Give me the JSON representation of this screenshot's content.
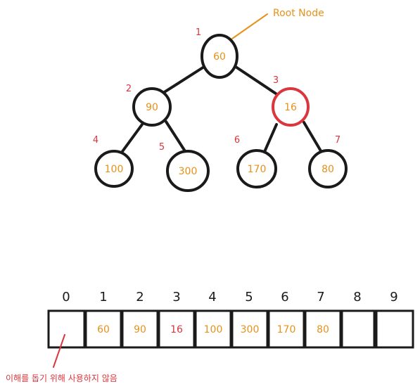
{
  "colors": {
    "ink": "#1a1a1a",
    "value": "#e8911a",
    "label_red": "#d9363e",
    "highlight": "#d9363e",
    "annotation": "#e8911a"
  },
  "tree": {
    "root_annotation": "Root Node",
    "nodes": [
      {
        "index": "1",
        "value": "60",
        "highlighted": false
      },
      {
        "index": "2",
        "value": "90",
        "highlighted": false
      },
      {
        "index": "3",
        "value": "16",
        "highlighted": true
      },
      {
        "index": "4",
        "value": "100",
        "highlighted": false
      },
      {
        "index": "5",
        "value": "300",
        "highlighted": false
      },
      {
        "index": "6",
        "value": "170",
        "highlighted": false
      },
      {
        "index": "7",
        "value": "80",
        "highlighted": false
      }
    ]
  },
  "array": {
    "indices": [
      "0",
      "1",
      "2",
      "3",
      "4",
      "5",
      "6",
      "7",
      "8",
      "9"
    ],
    "cells": [
      "",
      "60",
      "90",
      "16",
      "100",
      "300",
      "170",
      "80",
      "",
      ""
    ],
    "highlighted_cells": [
      3
    ],
    "unused_note": "이해를 돕기 위해 사용하지 않음"
  }
}
